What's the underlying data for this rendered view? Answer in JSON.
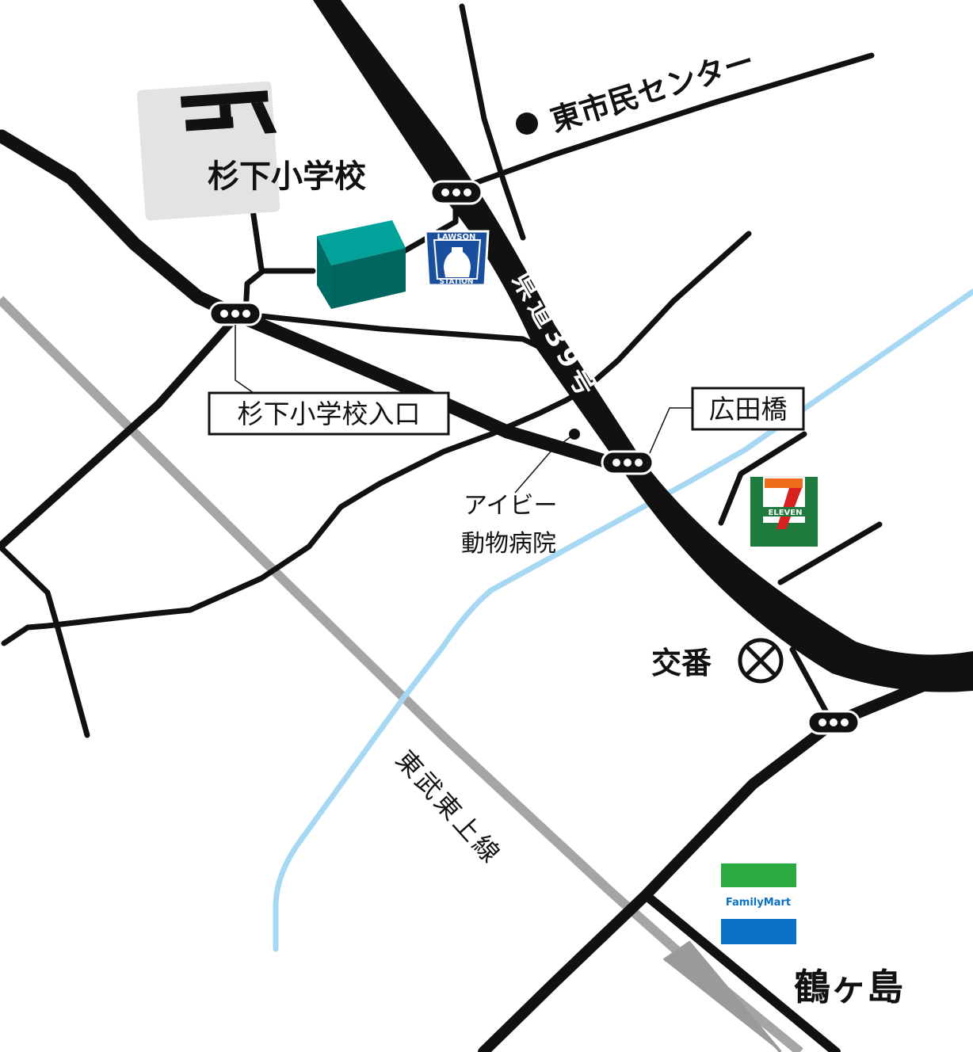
{
  "labels": {
    "school": "杉下小学校",
    "school_entrance": "杉下小学校入口",
    "civic_center": "東市民センター",
    "route": "県道39号",
    "bridge": "広田橋",
    "vet": "アイビー",
    "vet2": "動物病院",
    "koban": "交番",
    "station": "鶴ヶ島",
    "railway": "東武東上線"
  },
  "stores": {
    "lawson_top": "LAWSON",
    "lawson_bottom": "STATION",
    "seven_eleven": "ELEVEN",
    "familymart": "FamilyMart"
  },
  "colors": {
    "road": "#111111",
    "railway": "#9e9e9e",
    "river": "#a6d8f3",
    "school_bg": "#e3e3e3",
    "building_top": "#00a29a",
    "building_side": "#00665f",
    "lawson_blue": "#1a4fa0",
    "seven_green": "#1f7a3e",
    "seven_orange": "#ef6c1a",
    "seven_red": "#d7201f",
    "fm_green": "#2aaa3f",
    "fm_blue": "#0a72c6"
  },
  "icons": [
    "school-map-symbol-icon",
    "traffic-light-icon",
    "koban-icon",
    "location-dot-icon"
  ]
}
